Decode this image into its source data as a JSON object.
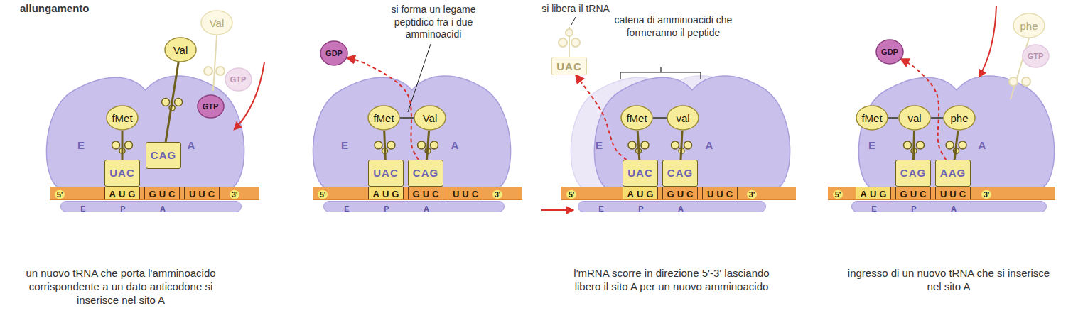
{
  "diagram": {
    "title": "allungamento",
    "nodes": [
      {
        "text": [
          "E",
          "A"
        ]
      },
      {
        "text": [
          "UAC"
        ],
        "in": 0
      },
      {
        "text": [
          "CAG"
        ],
        "in": 0
      },
      {
        "text": [
          "5'",
          "AUG",
          "GUC",
          "UUC",
          "3'"
        ]
      },
      {
        "text": [
          "E",
          "P",
          "A"
        ]
      },
      {
        "text": [
          "fMet"
        ]
      },
      {
        "text": [
          "Val"
        ]
      },
      {
        "text": [
          "GTP"
        ]
      },
      {
        "text": [
          "Val"
        ]
      },
      {
        "text": [
          "GTP"
        ]
      },
      {
        "text": [
          "GDP"
        ]
      },
      {
        "text": [
          "E",
          "A"
        ]
      },
      {
        "text": [
          "UAC"
        ],
        "in": 11
      },
      {
        "text": [
          "CAG"
        ],
        "in": 11
      },
      {
        "text": [
          "5'",
          "AUG",
          "GUC",
          "UUC",
          "3'"
        ]
      },
      {
        "text": [
          "E",
          "P",
          "A"
        ]
      },
      {
        "text": [
          "fMet"
        ]
      },
      {
        "text": [
          "Val"
        ]
      },
      {
        "text": [
          "UAC"
        ]
      },
      {
        "text": [
          "E",
          "A"
        ]
      },
      {
        "text": [
          "UAC"
        ],
        "in": 19
      },
      {
        "text": [
          "CAG"
        ],
        "in": 19
      },
      {
        "text": [
          "5'",
          "AUG",
          "GUC",
          "UUC",
          "3'"
        ]
      },
      {
        "text": [
          "E",
          "P",
          "A"
        ]
      },
      {
        "text": [
          "fMet"
        ]
      },
      {
        "text": [
          "val"
        ]
      },
      {
        "text": [
          "GDP"
        ]
      },
      {
        "text": [
          "E",
          "A"
        ]
      },
      {
        "text": [
          "CAG"
        ],
        "in": 27
      },
      {
        "text": [
          "AAG"
        ],
        "in": 27
      },
      {
        "text": [
          "5'",
          "AUG",
          "GUC",
          "UUC",
          "3'"
        ]
      },
      {
        "text": [
          "E",
          "P",
          "A"
        ]
      },
      {
        "text": [
          "fMet"
        ]
      },
      {
        "text": [
          "val"
        ]
      },
      {
        "text": [
          "phe"
        ]
      },
      {
        "text": [
          "phe"
        ]
      },
      {
        "text": [
          "GTP"
        ]
      }
    ],
    "edges": [
      {
        "from": 5,
        "to": 1,
        "arrow": "none"
      },
      {
        "from": 6,
        "to": 2,
        "arrow": "none"
      },
      {
        "from": 16,
        "to": 12,
        "arrow": "none"
      },
      {
        "from": 17,
        "to": 13,
        "arrow": "none"
      },
      {
        "from": 16,
        "to": 17,
        "arrow": "none"
      },
      {
        "from": 13,
        "to": 10,
        "arrow": "to"
      },
      {
        "from": 24,
        "to": 20,
        "arrow": "none"
      },
      {
        "from": 25,
        "to": 21,
        "arrow": "none"
      },
      {
        "from": 24,
        "to": 25,
        "arrow": "none"
      },
      {
        "from": 20,
        "to": 18,
        "arrow": "to"
      },
      {
        "from": 33,
        "to": 28,
        "arrow": "none"
      },
      {
        "from": 34,
        "to": 29,
        "arrow": "none"
      },
      {
        "from": 32,
        "to": 33,
        "arrow": "none"
      },
      {
        "from": 33,
        "to": 34,
        "arrow": "none"
      },
      {
        "from": 29,
        "to": 26,
        "arrow": "to"
      }
    ],
    "labels": [
      "un nuovo tRNA che porta l'amminoacido corrispondente a un dato anticodone si inserisce nel sito A",
      "si forma un legame peptidico fra i due amminoacidi",
      "si libera il tRNA",
      "catena di amminoacidi che formeranno il peptide",
      "l'mRNA scorre in direzione 5'-3' lasciando libero il sito A per un nuovo amminoacido",
      "ingresso di un nuovo tRNA che si inserisce nel sito A"
    ]
  }
}
